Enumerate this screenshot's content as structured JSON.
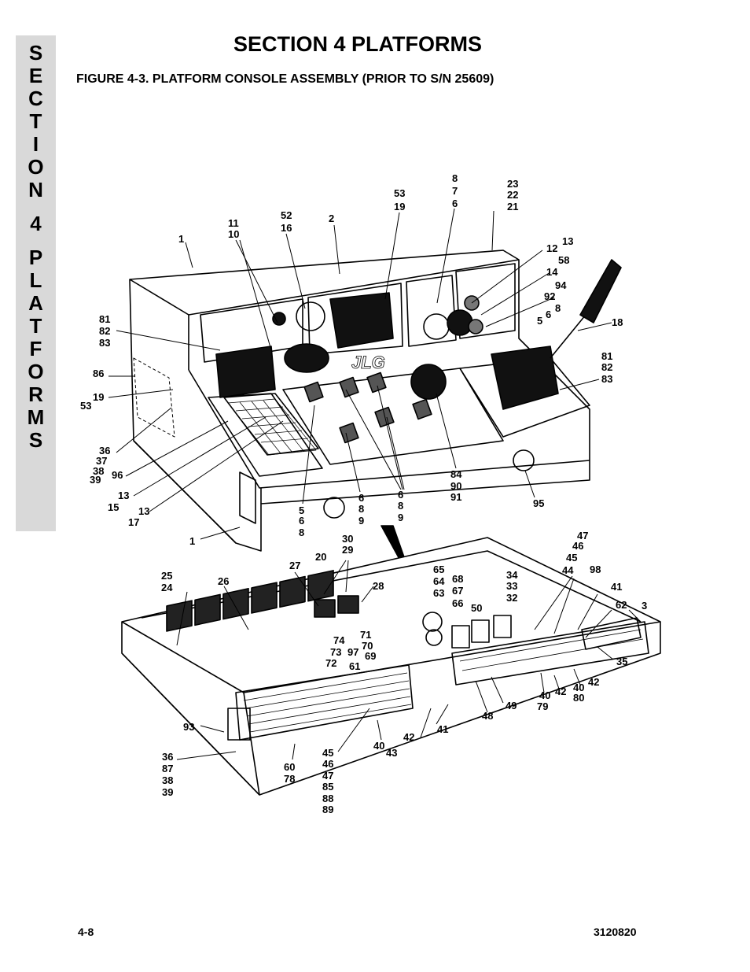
{
  "side_tab": [
    "S",
    "E",
    "C",
    "T",
    "I",
    "O",
    "N",
    "",
    "4",
    "",
    "P",
    "L",
    "A",
    "T",
    "F",
    "O",
    "R",
    "M",
    "S"
  ],
  "section_title": "SECTION 4  PLATFORMS",
  "figure_title": "FIGURE 4-3.    PLATFORM CONSOLE ASSEMBLY (PRIOR TO S/N 25609)",
  "logo": "JLG",
  "footer": {
    "page_number": "4-8",
    "doc_number": "3120820"
  },
  "callouts": [
    "1",
    "2",
    "11",
    "10",
    "52",
    "16",
    "53",
    "19",
    "8",
    "7",
    "6",
    "23",
    "22",
    "21",
    "13",
    "12",
    "58",
    "14",
    "94",
    "92",
    "8",
    "5",
    "6",
    "18",
    "81",
    "82",
    "83",
    "86",
    "19",
    "53",
    "36",
    "37",
    "38",
    "39",
    "96",
    "13",
    "15",
    "13",
    "17",
    "5",
    "6",
    "8",
    "6",
    "8",
    "9",
    "6",
    "8",
    "9",
    "84",
    "90",
    "91",
    "81",
    "82",
    "83",
    "95",
    "1",
    "20",
    "30",
    "29",
    "27",
    "28",
    "25",
    "24",
    "26",
    "65",
    "64",
    "63",
    "68",
    "67",
    "66",
    "34",
    "33",
    "32",
    "47",
    "46",
    "45",
    "44",
    "98",
    "41",
    "62",
    "3",
    "50",
    "74",
    "73",
    "97",
    "72",
    "71",
    "70",
    "69",
    "61",
    "35",
    "42",
    "40",
    "42",
    "40",
    "80",
    "79",
    "49",
    "48",
    "41",
    "42",
    "93",
    "36",
    "87",
    "38",
    "39",
    "60",
    "78",
    "45",
    "46",
    "47",
    "85",
    "88",
    "89",
    "40",
    "43"
  ]
}
